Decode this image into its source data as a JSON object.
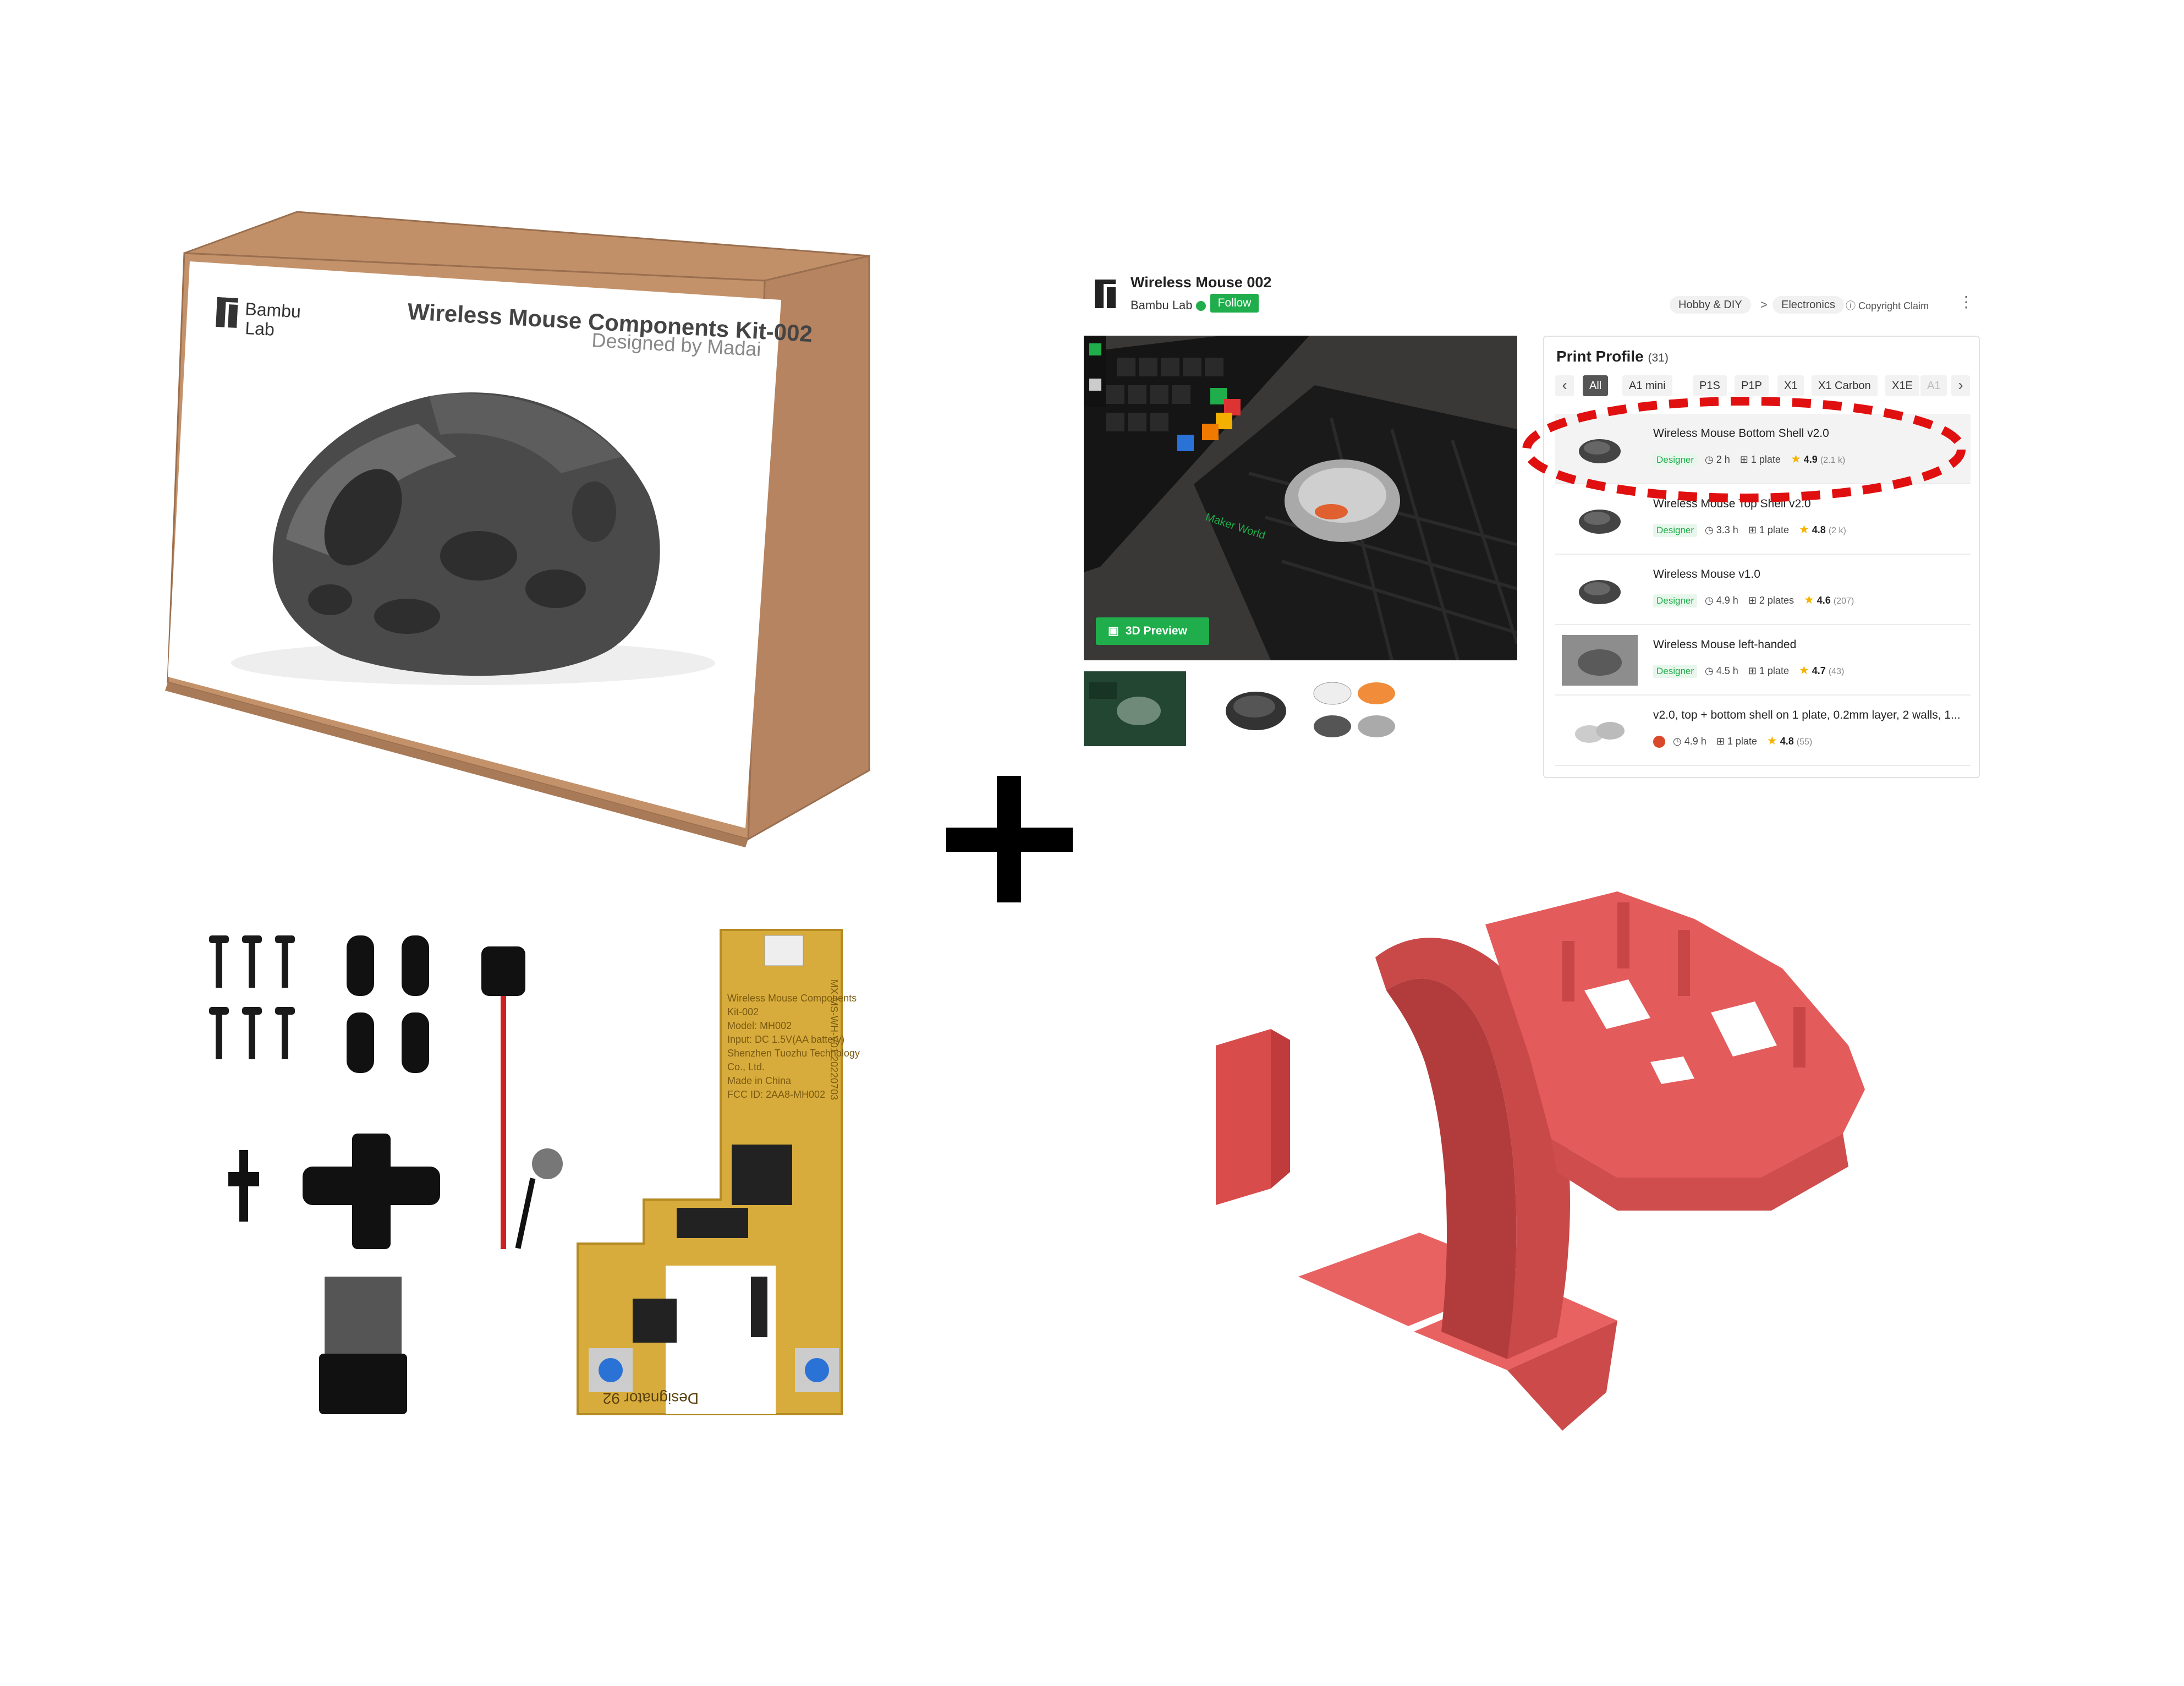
{
  "box": {
    "brand_line1": "Bambu",
    "brand_line2": "Lab",
    "title": "Wireless Mouse Components Kit-002",
    "subtitle": "Designed by Madai"
  },
  "plus_symbol": "+",
  "panel": {
    "title": "Wireless Mouse 002",
    "author": "Bambu Lab",
    "follow_label": "Follow",
    "breadcrumb": [
      "Hobby & DIY",
      "Electronics"
    ],
    "breadcrumb_sep": ">",
    "copyright_label": "Copyright Claim",
    "preview_label": "3D Preview",
    "mat_logo": "Maker World",
    "print_profile": {
      "title": "Print Profile",
      "count": "(31)",
      "filters": [
        "All",
        "A1 mini",
        "P1S",
        "P1P",
        "X1",
        "X1 Carbon",
        "X1E",
        "A1"
      ],
      "items": [
        {
          "title": "Wireless Mouse Bottom Shell v2.0",
          "badge": "Designer",
          "time": "2 h",
          "plates": "1 plate",
          "rating": "4.9",
          "count": "(2.1 k)"
        },
        {
          "title": "Wireless Mouse Top Shell v2.0",
          "badge": "Designer",
          "time": "3.3 h",
          "plates": "1 plate",
          "rating": "4.8",
          "count": "(2 k)"
        },
        {
          "title": "Wireless Mouse v1.0",
          "badge": "Designer",
          "time": "4.9 h",
          "plates": "2 plates",
          "rating": "4.6",
          "count": "(207)"
        },
        {
          "title": "Wireless Mouse left-handed",
          "badge": "Designer",
          "time": "4.5 h",
          "plates": "1 plate",
          "rating": "4.7",
          "count": "(43)"
        },
        {
          "title": "v2.0, top + bottom shell on 1 plate, 0.2mm layer, 2 walls, 1...",
          "badge": "",
          "time": "4.9 h",
          "plates": "1 plate",
          "rating": "4.8",
          "count": "(55)"
        }
      ]
    }
  },
  "pcb": {
    "lines": [
      "Wireless Mouse Components",
      "Kit-002",
      "Model: MH002",
      "Input: DC 1.5V(AA battery)",
      "Shenzhen Tuozhu Technology",
      "Co., Ltd.",
      "Made in China",
      "FCC ID: 2AA8-MH002"
    ],
    "vertical_text": "MX-MS-WH-V01 20220703",
    "bottom_text": "Designator 92"
  },
  "colors": {
    "brand_green": "#1fae4b",
    "ellipse_red": "#e01010",
    "model_red": "#e85d5d",
    "box_brown": "#c4926a"
  },
  "icons": [
    "bambu-logo-icon",
    "verified-icon",
    "copyright-icon",
    "kebab-icon",
    "cube-icon",
    "clock-icon",
    "plate-icon",
    "star-icon",
    "chevron-left-icon",
    "chevron-right-icon"
  ]
}
